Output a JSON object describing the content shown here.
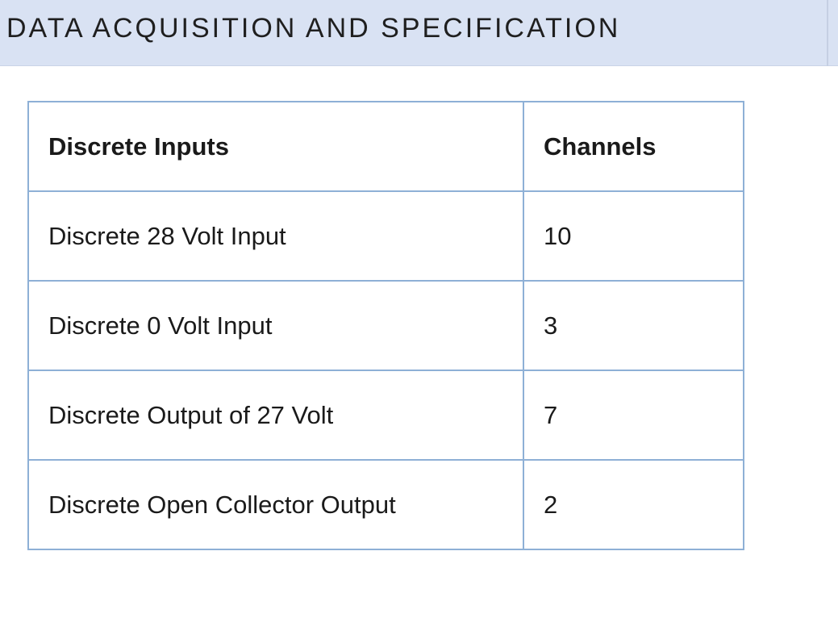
{
  "header": {
    "title": "DATA ACQUISITION AND SPECIFICATION"
  },
  "table": {
    "columns": [
      "Discrete Inputs",
      "Channels"
    ],
    "rows": [
      [
        "Discrete 28 Volt Input",
        "10"
      ],
      [
        "Discrete 0 Volt Input",
        "3"
      ],
      [
        "Discrete Output of 27 Volt",
        "7"
      ],
      [
        "Discrete Open Collector Output",
        "2"
      ]
    ]
  },
  "colors": {
    "header_background": "#d9e2f3",
    "table_border": "#8eb0d6",
    "text": "#1a1a1a"
  }
}
